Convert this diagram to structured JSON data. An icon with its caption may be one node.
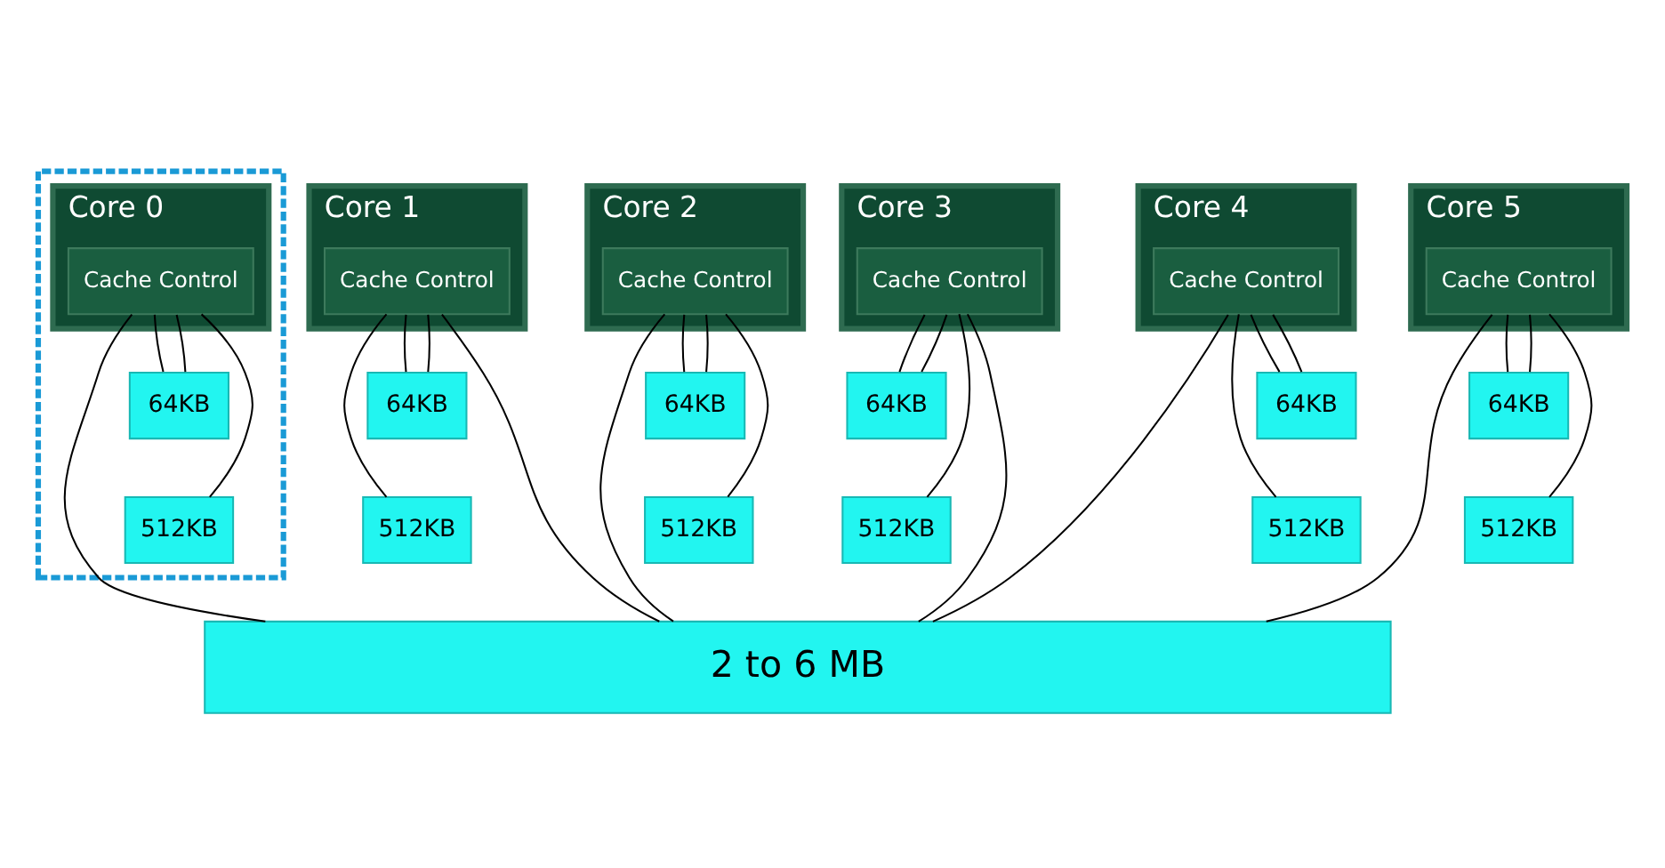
{
  "diagram": {
    "nodes": [
      {
        "text": [],
        "shape": "box"
      },
      {
        "text": [
          "Core 0"
        ],
        "in": 0
      },
      {
        "text": [
          "Cache Control"
        ],
        "in": 1
      },
      {
        "text": [
          "Core 1"
        ]
      },
      {
        "text": [
          "Cache Control"
        ],
        "in": 3
      },
      {
        "text": [
          "Core 2"
        ]
      },
      {
        "text": [
          "Cache Control"
        ],
        "in": 5
      },
      {
        "text": [
          "Core 3"
        ]
      },
      {
        "text": [
          "Cache Control"
        ],
        "in": 7
      },
      {
        "text": [
          "Core 4"
        ]
      },
      {
        "text": [
          "Cache Control"
        ],
        "in": 9
      },
      {
        "text": [
          "Core 5"
        ]
      },
      {
        "text": [
          "Cache Control"
        ],
        "in": 11
      },
      {
        "text": [
          "64KB"
        ],
        "in": 0
      },
      {
        "text": [
          "64KB"
        ]
      },
      {
        "text": [
          "64KB"
        ]
      },
      {
        "text": [
          "64KB"
        ]
      },
      {
        "text": [
          "64KB"
        ]
      },
      {
        "text": [
          "64KB"
        ]
      },
      {
        "text": [
          "512KB"
        ],
        "in": 0
      },
      {
        "text": [
          "512KB"
        ]
      },
      {
        "text": [
          "512KB"
        ]
      },
      {
        "text": [
          "512KB"
        ]
      },
      {
        "text": [
          "512KB"
        ]
      },
      {
        "text": [
          "512KB"
        ]
      },
      {
        "text": [
          "2 to 6 MB"
        ]
      }
    ],
    "edges": [
      {
        "from": 2,
        "to": 13,
        "arrow": "none"
      },
      {
        "from": 2,
        "to": 13,
        "arrow": "none"
      },
      {
        "from": 2,
        "to": 19,
        "arrow": "none"
      },
      {
        "from": 2,
        "to": 25,
        "arrow": "none"
      },
      {
        "from": 4,
        "to": 14,
        "arrow": "none"
      },
      {
        "from": 4,
        "to": 14,
        "arrow": "none"
      },
      {
        "from": 4,
        "to": 20,
        "arrow": "none"
      },
      {
        "from": 4,
        "to": 25,
        "arrow": "none"
      },
      {
        "from": 6,
        "to": 15,
        "arrow": "none"
      },
      {
        "from": 6,
        "to": 15,
        "arrow": "none"
      },
      {
        "from": 6,
        "to": 21,
        "arrow": "none"
      },
      {
        "from": 6,
        "to": 25,
        "arrow": "none"
      },
      {
        "from": 8,
        "to": 16,
        "arrow": "none"
      },
      {
        "from": 8,
        "to": 16,
        "arrow": "none"
      },
      {
        "from": 8,
        "to": 22,
        "arrow": "none"
      },
      {
        "from": 8,
        "to": 25,
        "arrow": "none"
      },
      {
        "from": 10,
        "to": 17,
        "arrow": "none"
      },
      {
        "from": 10,
        "to": 17,
        "arrow": "none"
      },
      {
        "from": 10,
        "to": 23,
        "arrow": "none"
      },
      {
        "from": 10,
        "to": 25,
        "arrow": "none"
      },
      {
        "from": 12,
        "to": 18,
        "arrow": "none"
      },
      {
        "from": 12,
        "to": 18,
        "arrow": "none"
      },
      {
        "from": 12,
        "to": 24,
        "arrow": "none"
      },
      {
        "from": 12,
        "to": 25,
        "arrow": "none"
      }
    ]
  }
}
